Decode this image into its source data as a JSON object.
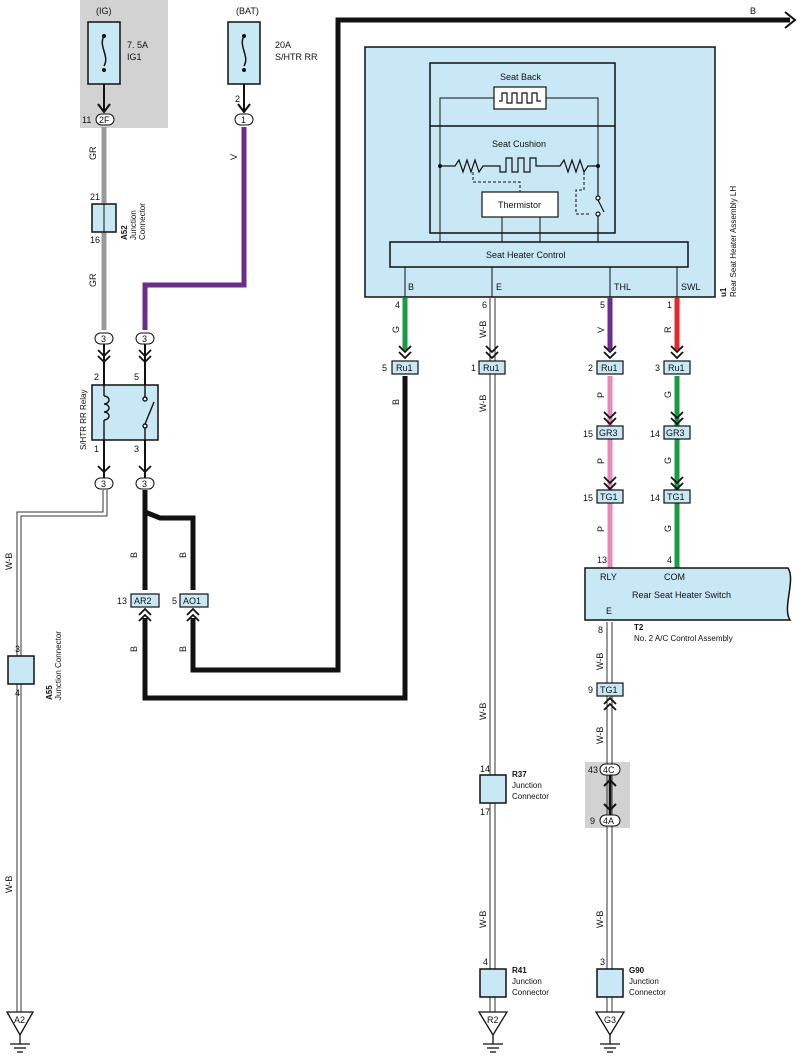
{
  "colors": {
    "box_fill": "#c9e8f5",
    "gray_wire": "#999999",
    "violet_wire": "#6a2d8c",
    "green_wire": "#1a9a45",
    "red_wire": "#e8262b",
    "pink_wire": "#e88ab6",
    "black_wire": "#111111",
    "shade": "#d2d2d2"
  },
  "power": {
    "ig_label": "(IG)",
    "ig_fuse_amp": "7. 5A",
    "ig_fuse_name": "IG1",
    "ig_pin": "11",
    "ig_conn": "2F",
    "bat_label": "(BAT)",
    "bat_fuse_amp": "20A",
    "bat_fuse_name": "S/HTR RR",
    "bat_pin": "2",
    "bat_conn": "1",
    "b_label": "B"
  },
  "wires": {
    "gr": "GR",
    "v": "V",
    "b": "B",
    "g": "G",
    "wb": "W-B",
    "r": "R",
    "p": "P"
  },
  "a52": {
    "code": "A52",
    "line1": "Junction",
    "line2": "Connector",
    "pin_top": "21",
    "pin_bot": "16"
  },
  "relay": {
    "name": "S/HTR RR Relay",
    "pin_coil_top": "2",
    "pin_sw_top": "5",
    "pin_coil_bot": "1",
    "pin_sw_bot": "3",
    "conn_top_left": "3",
    "conn_top_right": "3",
    "conn_bot_left": "3",
    "conn_bot_right": "3"
  },
  "a55": {
    "code": "A55",
    "line1": "Junction Connector",
    "pin_top": "3",
    "pin_bot": "4"
  },
  "ar2": {
    "pin": "13",
    "name": "AR2"
  },
  "ao1": {
    "pin": "5",
    "name": "AO1"
  },
  "u1": {
    "seat_back": "Seat Back",
    "seat_cushion": "Seat Cushion",
    "thermistor": "Thermistor",
    "control": "Seat Heater Control",
    "term_b": "B",
    "term_e": "E",
    "term_thl": "THL",
    "term_swl": "SWL",
    "code": "u1",
    "name": "Rear Seat Heater Assembly LH",
    "pin_b": "4",
    "pin_e": "6",
    "pin_thl": "5",
    "pin_swl": "1"
  },
  "ru1": {
    "name": "Ru1",
    "pin_b": "5",
    "pin_e": "1",
    "pin_thl": "2",
    "pin_swl": "3"
  },
  "gr3": {
    "name": "GR3",
    "pin_p": "15",
    "pin_g": "14"
  },
  "tg1": {
    "name": "TG1",
    "pin_p": "15",
    "pin_g": "14",
    "pin_wb": "9"
  },
  "t2": {
    "rly": "RLY",
    "com": "COM",
    "e": "E",
    "title": "Rear Seat Heater Switch",
    "code": "T2",
    "name": "No. 2 A/C Control Assembly",
    "pin_rly": "13",
    "pin_com": "4",
    "pin_e": "8"
  },
  "conn_4c": {
    "name": "4C",
    "pin": "43"
  },
  "conn_4a": {
    "name": "4A",
    "pin": "9"
  },
  "r37": {
    "code": "R37",
    "line1": "Junction",
    "line2": "Connector",
    "pin_top": "14",
    "pin_bot": "17"
  },
  "r41": {
    "code": "R41",
    "line1": "Junction",
    "line2": "Connector",
    "pin_top": "4"
  },
  "g90": {
    "code": "G90",
    "line1": "Junction",
    "line2": "Connector",
    "pin_top": "3"
  },
  "grounds": {
    "a2": "A2",
    "r2": "R2",
    "g3": "G3"
  }
}
